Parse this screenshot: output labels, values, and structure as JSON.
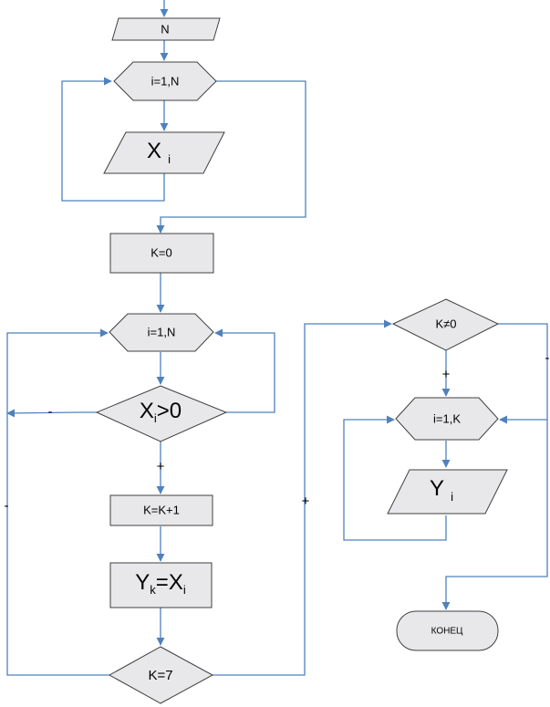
{
  "flowchart": {
    "input_n": "N",
    "loop1": "i=1,N",
    "input_x": {
      "base": "X",
      "sub": "i"
    },
    "assign_k0": "K=0",
    "loop2": "i=1,N",
    "cond_x": {
      "base": "X",
      "sub": "i",
      "rest": ">0"
    },
    "inc_k": "K=K+1",
    "assign_y": {
      "base": "Y",
      "sub1": "k",
      "eq": "=X",
      "sub2": "i"
    },
    "cond_k7": "K=7",
    "cond_kne0": "K≠0",
    "loop3": "i=1,K",
    "output_y": {
      "base": "Y",
      "sub": "i"
    },
    "end": "КОНЕЦ"
  },
  "branch_labels": {
    "plus": "+",
    "minus": "-"
  },
  "colors": {
    "connector": "#4f81bd",
    "shape_fill": "#e8e8ea",
    "shape_stroke": "#404040"
  }
}
